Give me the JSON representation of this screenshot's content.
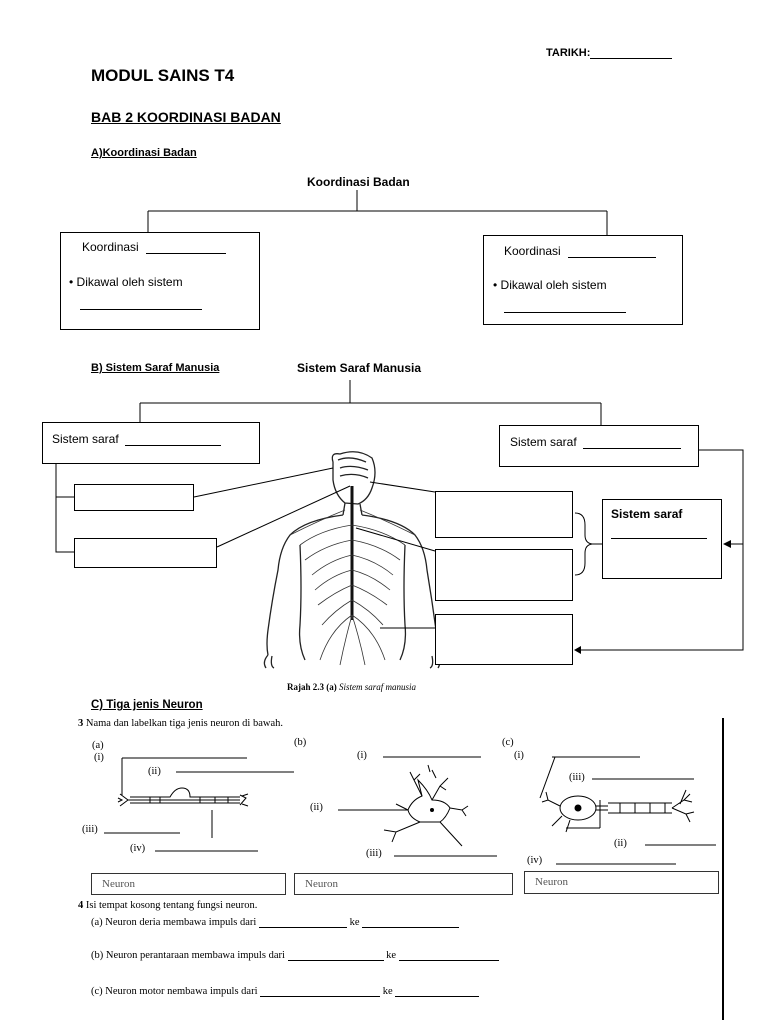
{
  "header": {
    "date_label": "TARIKH:",
    "module_title": "MODUL SAINS T4",
    "chapter_title": "BAB 2 KOORDINASI BADAN"
  },
  "section_a": {
    "heading": "A)Koordinasi Badan",
    "diagram_title": "Koordinasi Badan",
    "left_box": {
      "line1": "Koordinasi",
      "bullet": "Dikawal oleh sistem"
    },
    "right_box": {
      "line1": "Koordinasi",
      "bullet": "Dikawal oleh sistem"
    }
  },
  "section_b": {
    "heading": "B) Sistem Saraf Manusia",
    "diagram_title": "Sistem Saraf Manusia",
    "left_box": "Sistem saraf",
    "right_box": "Sistem saraf",
    "bracket_box": "Sistem saraf",
    "figure_caption_bold": "Rajah 2.3 (a)",
    "figure_caption_italic": "Sistem saraf manusia"
  },
  "section_c": {
    "heading": "C) Tiga jenis Neuron",
    "q3_number": "3",
    "q3_text": "Nama dan labelkan tiga jenis neuron di bawah.",
    "part_a": {
      "label": "(a)",
      "i": "(i)",
      "ii": "(ii)",
      "iii": "(iii)",
      "iv": "(iv)"
    },
    "part_b": {
      "label": "(b)",
      "i": "(i)",
      "ii": "(ii)",
      "iii": "(iii)"
    },
    "part_c": {
      "label": "(c)",
      "i": "(i)",
      "ii": "(ii)",
      "iii": "(iii)",
      "iv": "(iv)"
    },
    "neuron_boxes": [
      "Neuron",
      "Neuron",
      "Neuron"
    ],
    "q4_number": "4",
    "q4_text": "Isi tempat kosong tentang fungsi neuron.",
    "q4_items": [
      {
        "label": "(a)",
        "text": "Neuron deria membawa impuls dari",
        "ke": "ke"
      },
      {
        "label": "(b)",
        "text": "Neuron perantaraan membawa impuls dari",
        "ke": "ke"
      },
      {
        "label": "(c)",
        "text": "Neuron motor nembawa impuls dari",
        "ke": "ke"
      }
    ]
  }
}
